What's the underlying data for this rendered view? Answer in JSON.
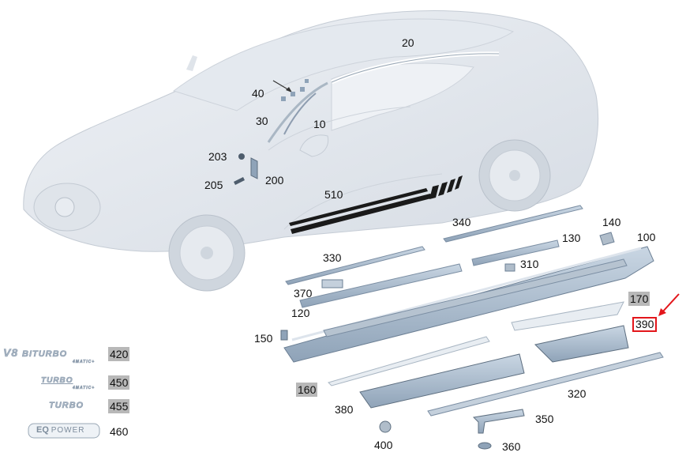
{
  "diagram": {
    "callouts": [
      {
        "id": "c20",
        "text": "20"
      },
      {
        "id": "c40",
        "text": "40"
      },
      {
        "id": "c30",
        "text": "30"
      },
      {
        "id": "c10",
        "text": "10"
      },
      {
        "id": "c203",
        "text": "203"
      },
      {
        "id": "c200",
        "text": "200"
      },
      {
        "id": "c205",
        "text": "205"
      },
      {
        "id": "c510",
        "text": "510"
      },
      {
        "id": "c340",
        "text": "340"
      },
      {
        "id": "c140",
        "text": "140"
      },
      {
        "id": "c130",
        "text": "130"
      },
      {
        "id": "c100",
        "text": "100"
      },
      {
        "id": "c330",
        "text": "330"
      },
      {
        "id": "c310",
        "text": "310"
      },
      {
        "id": "c370",
        "text": "370"
      },
      {
        "id": "c120",
        "text": "120"
      },
      {
        "id": "c170",
        "text": "170"
      },
      {
        "id": "c390",
        "text": "390"
      },
      {
        "id": "c150",
        "text": "150"
      },
      {
        "id": "c420",
        "text": "420"
      },
      {
        "id": "c160",
        "text": "160"
      },
      {
        "id": "c450",
        "text": "450"
      },
      {
        "id": "c320",
        "text": "320"
      },
      {
        "id": "c455",
        "text": "455"
      },
      {
        "id": "c380",
        "text": "380"
      },
      {
        "id": "c350",
        "text": "350"
      },
      {
        "id": "c460",
        "text": "460"
      },
      {
        "id": "c400",
        "text": "400"
      },
      {
        "id": "c360",
        "text": "360"
      }
    ],
    "shaded_callouts": [
      "420",
      "450",
      "455",
      "160",
      "170"
    ],
    "highlighted_callout": "390",
    "highlight_color": "#e3161b",
    "emblems": {
      "v8": "V8",
      "biturbo": "BITURBO",
      "amatic_1": "4MATIC+",
      "turbo_1": "TURBO",
      "amatic_2": "4MATIC+",
      "turbo_2": "TURBO",
      "eq": "EQ",
      "power": "POWER"
    }
  }
}
